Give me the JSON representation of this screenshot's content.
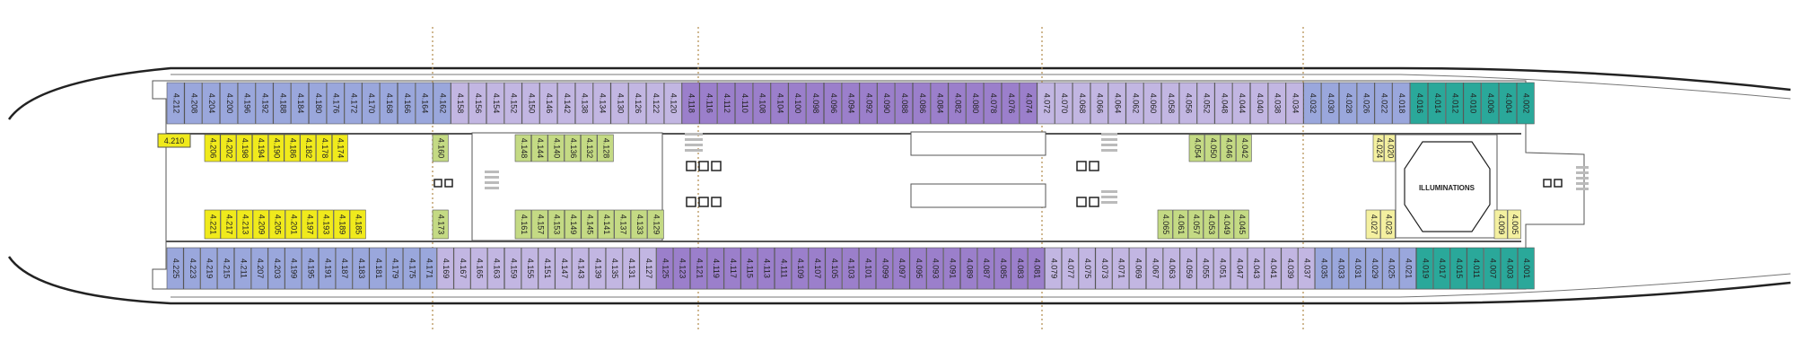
{
  "colors": {
    "blue": "#9aa7dc",
    "lavender": "#c2b6e2",
    "purple": "#9b7fcb",
    "teal": "#2aa89a",
    "yellow": "#f0ea1c",
    "green": "#c4da84",
    "paleyellow": "#f4f0a0",
    "outline": "#555555",
    "hull": "#222222",
    "marker": "#b08a4a"
  },
  "center_label": "ILLUMINATIONS",
  "tag_label": "4.210",
  "top_row": [
    {
      "n": "4.212",
      "c": "blue"
    },
    {
      "n": "4.208",
      "c": "blue"
    },
    {
      "n": "4.204",
      "c": "blue"
    },
    {
      "n": "4.200",
      "c": "blue"
    },
    {
      "n": "4.196",
      "c": "blue"
    },
    {
      "n": "4.192",
      "c": "blue"
    },
    {
      "n": "4.188",
      "c": "blue"
    },
    {
      "n": "4.184",
      "c": "blue"
    },
    {
      "n": "4.180",
      "c": "blue"
    },
    {
      "n": "4.176",
      "c": "blue"
    },
    {
      "n": "4.172",
      "c": "blue"
    },
    {
      "n": "4.170",
      "c": "blue"
    },
    {
      "n": "4.168",
      "c": "blue"
    },
    {
      "n": "4.166",
      "c": "blue"
    },
    {
      "n": "4.164",
      "c": "blue"
    },
    {
      "n": "4.162",
      "c": "blue"
    },
    {
      "n": "4.158",
      "c": "lavender"
    },
    {
      "n": "4.156",
      "c": "lavender"
    },
    {
      "n": "4.154",
      "c": "lavender"
    },
    {
      "n": "4.152",
      "c": "lavender"
    },
    {
      "n": "4.150",
      "c": "lavender"
    },
    {
      "n": "4.146",
      "c": "lavender"
    },
    {
      "n": "4.142",
      "c": "lavender"
    },
    {
      "n": "4.138",
      "c": "lavender"
    },
    {
      "n": "4.134",
      "c": "lavender"
    },
    {
      "n": "4.130",
      "c": "lavender"
    },
    {
      "n": "4.126",
      "c": "lavender"
    },
    {
      "n": "4.122",
      "c": "lavender"
    },
    {
      "n": "4.120",
      "c": "lavender"
    },
    {
      "n": "4.118",
      "c": "purple"
    },
    {
      "n": "4.116",
      "c": "purple"
    },
    {
      "n": "4.112",
      "c": "purple"
    },
    {
      "n": "4.110",
      "c": "purple"
    },
    {
      "n": "4.108",
      "c": "purple"
    },
    {
      "n": "4.104",
      "c": "purple"
    },
    {
      "n": "4.100",
      "c": "purple"
    },
    {
      "n": "4.098",
      "c": "purple"
    },
    {
      "n": "4.096",
      "c": "purple"
    },
    {
      "n": "4.094",
      "c": "purple"
    },
    {
      "n": "4.092",
      "c": "purple"
    },
    {
      "n": "4.090",
      "c": "purple"
    },
    {
      "n": "4.088",
      "c": "purple"
    },
    {
      "n": "4.086",
      "c": "purple"
    },
    {
      "n": "4.084",
      "c": "purple"
    },
    {
      "n": "4.082",
      "c": "purple"
    },
    {
      "n": "4.080",
      "c": "purple"
    },
    {
      "n": "4.078",
      "c": "purple"
    },
    {
      "n": "4.076",
      "c": "purple"
    },
    {
      "n": "4.074",
      "c": "purple"
    },
    {
      "n": "4.072",
      "c": "lavender"
    },
    {
      "n": "4.070",
      "c": "lavender"
    },
    {
      "n": "4.068",
      "c": "lavender"
    },
    {
      "n": "4.066",
      "c": "lavender"
    },
    {
      "n": "4.064",
      "c": "lavender"
    },
    {
      "n": "4.062",
      "c": "lavender"
    },
    {
      "n": "4.060",
      "c": "lavender"
    },
    {
      "n": "4.058",
      "c": "lavender"
    },
    {
      "n": "4.056",
      "c": "lavender"
    },
    {
      "n": "4.052",
      "c": "lavender"
    },
    {
      "n": "4.048",
      "c": "lavender"
    },
    {
      "n": "4.044",
      "c": "lavender"
    },
    {
      "n": "4.040",
      "c": "lavender"
    },
    {
      "n": "4.038",
      "c": "lavender"
    },
    {
      "n": "4.034",
      "c": "lavender"
    },
    {
      "n": "4.032",
      "c": "blue"
    },
    {
      "n": "4.030",
      "c": "blue"
    },
    {
      "n": "4.028",
      "c": "blue"
    },
    {
      "n": "4.026",
      "c": "blue"
    },
    {
      "n": "4.022",
      "c": "blue"
    },
    {
      "n": "4.018",
      "c": "blue"
    },
    {
      "n": "4.016",
      "c": "teal"
    },
    {
      "n": "4.014",
      "c": "teal"
    },
    {
      "n": "4.012",
      "c": "teal"
    },
    {
      "n": "4.010",
      "c": "teal"
    },
    {
      "n": "4.006",
      "c": "teal"
    },
    {
      "n": "4.004",
      "c": "teal"
    },
    {
      "n": "4.002",
      "c": "teal"
    }
  ],
  "bottom_row": [
    {
      "n": "4.225",
      "c": "blue"
    },
    {
      "n": "4.223",
      "c": "blue"
    },
    {
      "n": "4.219",
      "c": "blue"
    },
    {
      "n": "4.215",
      "c": "blue"
    },
    {
      "n": "4.211",
      "c": "blue"
    },
    {
      "n": "4.207",
      "c": "blue"
    },
    {
      "n": "4.203",
      "c": "blue"
    },
    {
      "n": "4.199",
      "c": "blue"
    },
    {
      "n": "4.195",
      "c": "blue"
    },
    {
      "n": "4.191",
      "c": "blue"
    },
    {
      "n": "4.187",
      "c": "blue"
    },
    {
      "n": "4.183",
      "c": "blue"
    },
    {
      "n": "4.181",
      "c": "blue"
    },
    {
      "n": "4.179",
      "c": "blue"
    },
    {
      "n": "4.175",
      "c": "blue"
    },
    {
      "n": "4.171",
      "c": "blue"
    },
    {
      "n": "4.169",
      "c": "lavender"
    },
    {
      "n": "4.167",
      "c": "lavender"
    },
    {
      "n": "4.165",
      "c": "lavender"
    },
    {
      "n": "4.163",
      "c": "lavender"
    },
    {
      "n": "4.159",
      "c": "lavender"
    },
    {
      "n": "4.155",
      "c": "lavender"
    },
    {
      "n": "4.151",
      "c": "lavender"
    },
    {
      "n": "4.147",
      "c": "lavender"
    },
    {
      "n": "4.143",
      "c": "lavender"
    },
    {
      "n": "4.139",
      "c": "lavender"
    },
    {
      "n": "4.135",
      "c": "lavender"
    },
    {
      "n": "4.131",
      "c": "lavender"
    },
    {
      "n": "4.127",
      "c": "lavender"
    },
    {
      "n": "4.125",
      "c": "purple"
    },
    {
      "n": "4.123",
      "c": "purple"
    },
    {
      "n": "4.121",
      "c": "purple"
    },
    {
      "n": "4.119",
      "c": "purple"
    },
    {
      "n": "4.117",
      "c": "purple"
    },
    {
      "n": "4.115",
      "c": "purple"
    },
    {
      "n": "4.113",
      "c": "purple"
    },
    {
      "n": "4.111",
      "c": "purple"
    },
    {
      "n": "4.109",
      "c": "purple"
    },
    {
      "n": "4.107",
      "c": "purple"
    },
    {
      "n": "4.105",
      "c": "purple"
    },
    {
      "n": "4.103",
      "c": "purple"
    },
    {
      "n": "4.101",
      "c": "purple"
    },
    {
      "n": "4.099",
      "c": "purple"
    },
    {
      "n": "4.097",
      "c": "purple"
    },
    {
      "n": "4.095",
      "c": "purple"
    },
    {
      "n": "4.093",
      "c": "purple"
    },
    {
      "n": "4.091",
      "c": "purple"
    },
    {
      "n": "4.089",
      "c": "purple"
    },
    {
      "n": "4.087",
      "c": "purple"
    },
    {
      "n": "4.085",
      "c": "purple"
    },
    {
      "n": "4.083",
      "c": "purple"
    },
    {
      "n": "4.081",
      "c": "purple"
    },
    {
      "n": "4.079",
      "c": "lavender"
    },
    {
      "n": "4.077",
      "c": "lavender"
    },
    {
      "n": "4.075",
      "c": "lavender"
    },
    {
      "n": "4.073",
      "c": "lavender"
    },
    {
      "n": "4.071",
      "c": "lavender"
    },
    {
      "n": "4.069",
      "c": "lavender"
    },
    {
      "n": "4.067",
      "c": "lavender"
    },
    {
      "n": "4.063",
      "c": "lavender"
    },
    {
      "n": "4.059",
      "c": "lavender"
    },
    {
      "n": "4.055",
      "c": "lavender"
    },
    {
      "n": "4.051",
      "c": "lavender"
    },
    {
      "n": "4.047",
      "c": "lavender"
    },
    {
      "n": "4.043",
      "c": "lavender"
    },
    {
      "n": "4.041",
      "c": "lavender"
    },
    {
      "n": "4.039",
      "c": "lavender"
    },
    {
      "n": "4.037",
      "c": "lavender"
    },
    {
      "n": "4.035",
      "c": "blue"
    },
    {
      "n": "4.033",
      "c": "blue"
    },
    {
      "n": "4.031",
      "c": "blue"
    },
    {
      "n": "4.029",
      "c": "blue"
    },
    {
      "n": "4.025",
      "c": "blue"
    },
    {
      "n": "4.021",
      "c": "blue"
    },
    {
      "n": "4.019",
      "c": "teal"
    },
    {
      "n": "4.017",
      "c": "teal"
    },
    {
      "n": "4.015",
      "c": "teal"
    },
    {
      "n": "4.011",
      "c": "teal"
    },
    {
      "n": "4.007",
      "c": "teal"
    },
    {
      "n": "4.003",
      "c": "teal"
    },
    {
      "n": "4.001",
      "c": "teal"
    }
  ],
  "inner_top": [
    {
      "n": "4.206",
      "c": "yellow"
    },
    {
      "n": "4.202",
      "c": "yellow"
    },
    {
      "n": "4.198",
      "c": "yellow"
    },
    {
      "n": "4.194",
      "c": "yellow"
    },
    {
      "n": "4.190",
      "c": "yellow"
    },
    {
      "n": "4.186",
      "c": "yellow"
    },
    {
      "n": "4.182",
      "c": "yellow"
    },
    {
      "n": "4.178",
      "c": "yellow"
    },
    {
      "n": "4.174",
      "c": "yellow"
    },
    {
      "n": "4.160",
      "c": "green"
    },
    {
      "n": "4.148",
      "c": "green"
    },
    {
      "n": "4.144",
      "c": "green"
    },
    {
      "n": "4.140",
      "c": "green"
    },
    {
      "n": "4.136",
      "c": "green"
    },
    {
      "n": "4.132",
      "c": "green"
    },
    {
      "n": "4.128",
      "c": "green"
    },
    {
      "n": "4.054",
      "c": "green"
    },
    {
      "n": "4.050",
      "c": "green"
    },
    {
      "n": "4.046",
      "c": "green"
    },
    {
      "n": "4.042",
      "c": "green"
    },
    {
      "n": "4.024",
      "c": "paleyellow"
    },
    {
      "n": "4.020",
      "c": "paleyellow"
    }
  ],
  "inner_bottom": [
    {
      "n": "4.221",
      "c": "yellow"
    },
    {
      "n": "4.217",
      "c": "yellow"
    },
    {
      "n": "4.213",
      "c": "yellow"
    },
    {
      "n": "4.209",
      "c": "yellow"
    },
    {
      "n": "4.205",
      "c": "yellow"
    },
    {
      "n": "4.201",
      "c": "yellow"
    },
    {
      "n": "4.197",
      "c": "yellow"
    },
    {
      "n": "4.193",
      "c": "yellow"
    },
    {
      "n": "4.189",
      "c": "yellow"
    },
    {
      "n": "4.185",
      "c": "yellow"
    },
    {
      "n": "4.173",
      "c": "green"
    },
    {
      "n": "4.161",
      "c": "green"
    },
    {
      "n": "4.157",
      "c": "green"
    },
    {
      "n": "4.153",
      "c": "green"
    },
    {
      "n": "4.149",
      "c": "green"
    },
    {
      "n": "4.145",
      "c": "green"
    },
    {
      "n": "4.141",
      "c": "green"
    },
    {
      "n": "4.137",
      "c": "green"
    },
    {
      "n": "4.133",
      "c": "green"
    },
    {
      "n": "4.129",
      "c": "green"
    },
    {
      "n": "4.065",
      "c": "green"
    },
    {
      "n": "4.061",
      "c": "green"
    },
    {
      "n": "4.057",
      "c": "green"
    },
    {
      "n": "4.053",
      "c": "green"
    },
    {
      "n": "4.049",
      "c": "green"
    },
    {
      "n": "4.045",
      "c": "green"
    },
    {
      "n": "4.027",
      "c": "paleyellow"
    },
    {
      "n": "4.023",
      "c": "paleyellow"
    },
    {
      "n": "4.009",
      "c": "paleyellow"
    },
    {
      "n": "4.005",
      "c": "paleyellow"
    }
  ]
}
